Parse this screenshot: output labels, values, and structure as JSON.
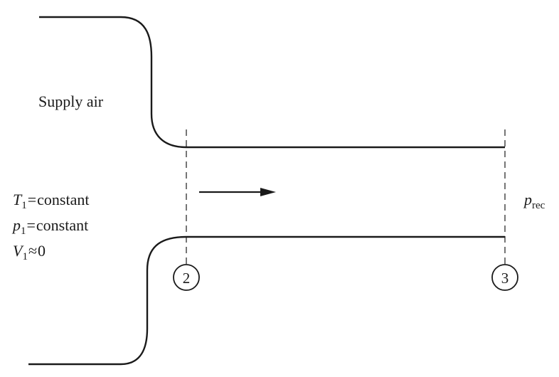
{
  "supply_label": "Supply air",
  "conditions": [
    {
      "symbol": "T",
      "subscript": "1",
      "relation": "=",
      "value": "constant"
    },
    {
      "symbol": "p",
      "subscript": "1",
      "relation": "=",
      "value": "constant"
    },
    {
      "symbol": "V",
      "subscript": "1",
      "relation": "≈",
      "value": "0"
    }
  ],
  "receiver_label": {
    "symbol": "p",
    "subscript": "rec"
  },
  "stations": [
    "2",
    "3"
  ],
  "colors": {
    "line": "#1a1a1a",
    "background": "#ffffff"
  }
}
